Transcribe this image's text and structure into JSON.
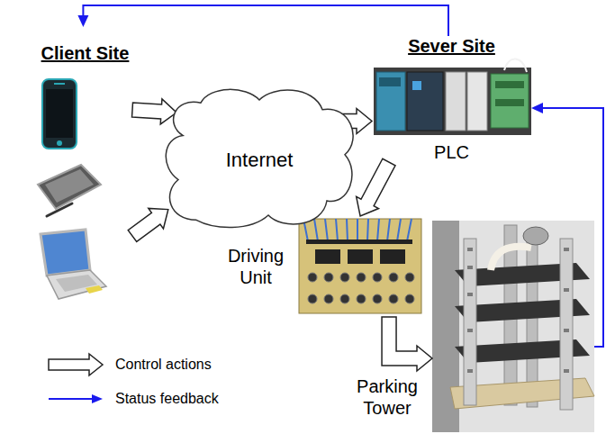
{
  "diagram": {
    "nodes": [
      {
        "text": [
          "Client Site"
        ]
      },
      {
        "text": [
          "Internet"
        ]
      },
      {
        "text": [
          "Sever Site",
          "PLC"
        ]
      },
      {
        "text": [
          "Driving Unit"
        ]
      },
      {
        "text": [
          "Parking Tower"
        ]
      }
    ],
    "edges": [
      {
        "from": 0,
        "to": 1,
        "arrow": "to"
      },
      {
        "from": 0,
        "to": 1,
        "arrow": "to"
      },
      {
        "from": 1,
        "to": 2,
        "arrow": "to"
      },
      {
        "from": 2,
        "to": 3,
        "arrow": "to"
      },
      {
        "from": 3,
        "to": 4,
        "arrow": "to"
      },
      {
        "from": 4,
        "to": 2,
        "arrow": "to"
      },
      {
        "from": 2,
        "to": 0,
        "arrow": "to"
      }
    ],
    "legend": [
      {
        "text": "Control actions"
      },
      {
        "text": "Status feedback"
      }
    ]
  }
}
